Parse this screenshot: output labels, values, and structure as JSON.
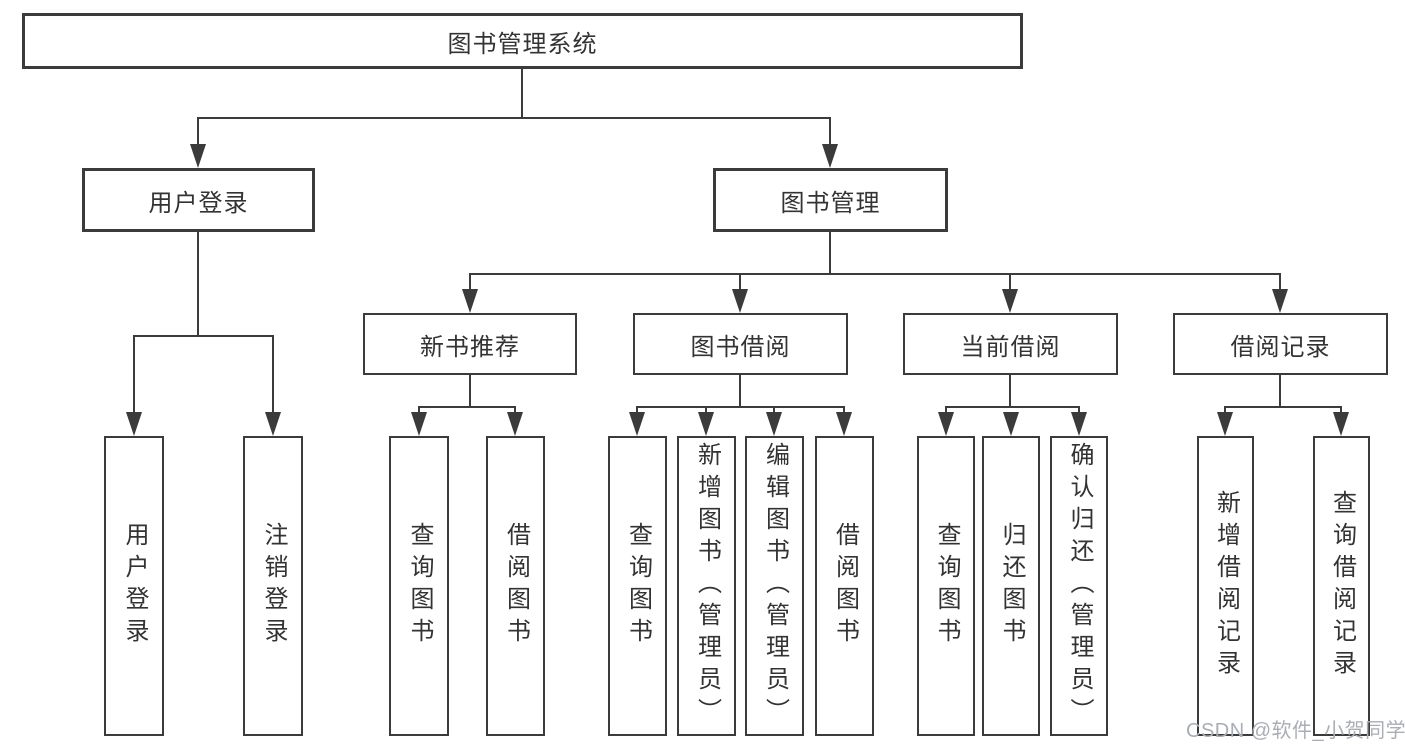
{
  "nodes": {
    "root": "图书管理系统",
    "user_login": "用户登录",
    "book_management": "图书管理",
    "new_book_recommend": "新书推荐",
    "book_borrowing": "图书借阅",
    "current_borrowing": "当前借阅",
    "borrowing_records": "借阅记录"
  },
  "leaves": {
    "g1": [
      "用户登录",
      "注销登录"
    ],
    "g2": [
      "查询图书",
      "借阅图书"
    ],
    "g3": [
      "查询图书",
      "新增图书（管理员）",
      "编辑图书（管理员）",
      "借阅图书"
    ],
    "g4": [
      "查询图书",
      "归还图书",
      "确认归还（管理员）"
    ],
    "g5": [
      "新增借阅记录",
      "查询借阅记录"
    ]
  },
  "watermark": {
    "text": "CSDN @软件_小贺同学"
  },
  "colors": {
    "line": "#3b3b3b",
    "text": "#333333",
    "watermark": "#a9aeb5",
    "background": "#ffffff"
  }
}
